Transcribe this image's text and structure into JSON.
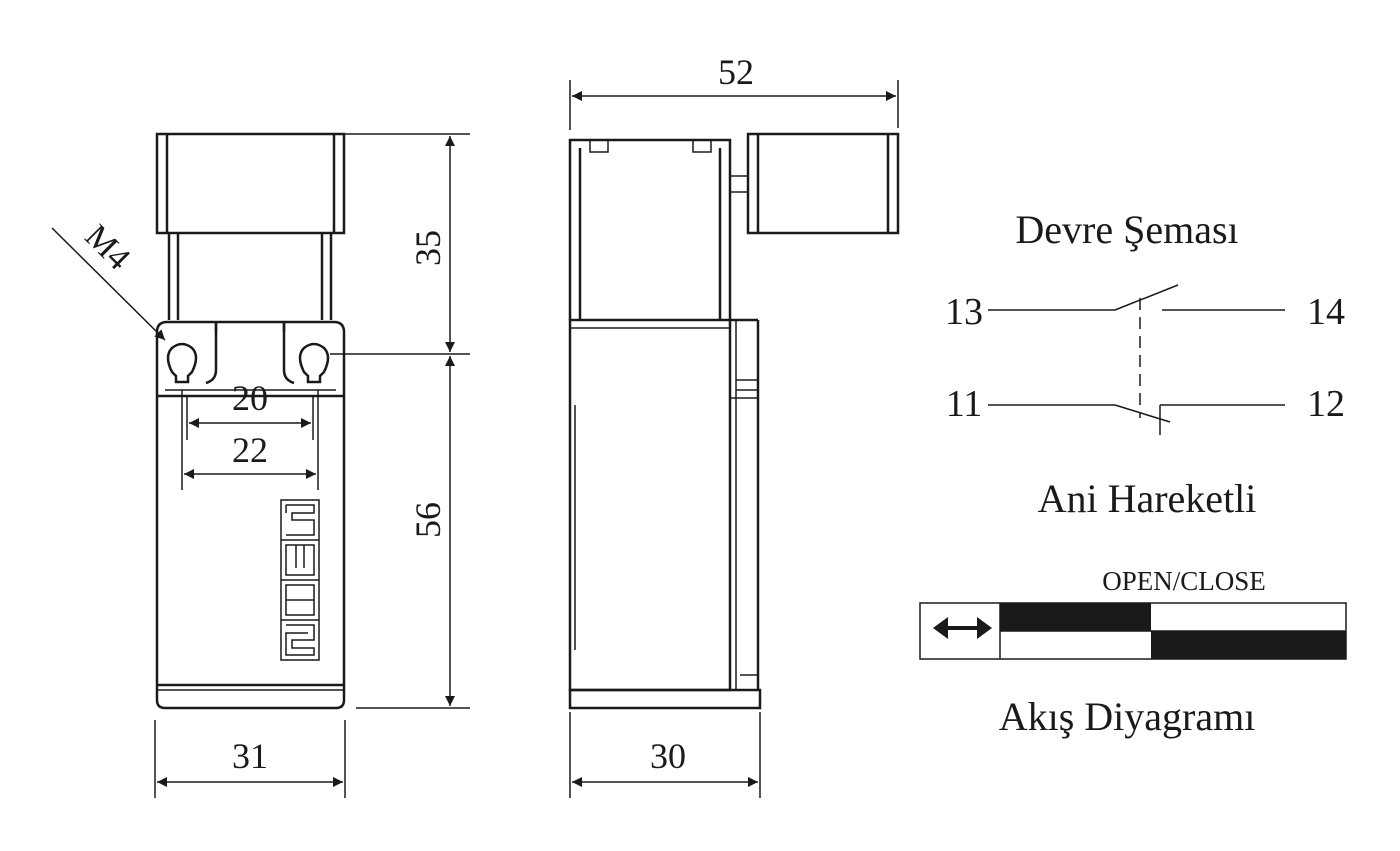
{
  "front_view": {
    "dim_height_top": "35",
    "dim_height_bottom": "56",
    "dim_width": "31",
    "dim_hole_inner": "20",
    "dim_hole_outer": "22",
    "thread_label": "M4",
    "logo_letters": [
      "E",
      "M",
      "A",
      "S"
    ]
  },
  "side_view": {
    "dim_total_width": "52",
    "dim_body_width": "30"
  },
  "circuit": {
    "title": "Devre Şeması",
    "t13": "13",
    "t14": "14",
    "t11": "11",
    "t12": "12",
    "subtitle": "Ani Hareketli"
  },
  "flow": {
    "label": "OPEN/CLOSE",
    "title": "Akış Diyagramı",
    "icon": "double-arrow-icon"
  },
  "colors": {
    "ink": "#1a1a1a",
    "background": "#ffffff"
  }
}
